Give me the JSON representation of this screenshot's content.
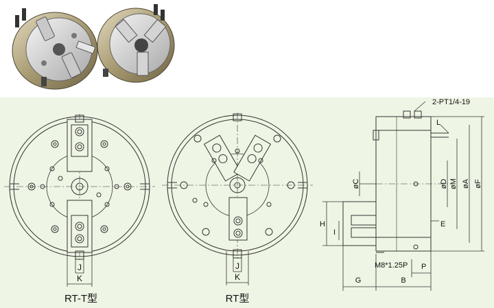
{
  "front_views": [
    {
      "caption": "RT-T型",
      "dims": {
        "j": "J",
        "k": "K"
      }
    },
    {
      "caption": "RT型",
      "dims": {
        "j": "J",
        "k": "K"
      }
    }
  ],
  "side_view": {
    "top_labels": {
      "port": "2-PT1/4-19",
      "l": "L"
    },
    "diameters": {
      "c": "øC",
      "d": "øD",
      "m": "øM",
      "a": "øA",
      "f": "øF"
    },
    "dims": {
      "h": "H",
      "i": "I",
      "e": "E",
      "g": "G",
      "b": "B",
      "p": "P",
      "thread": "M8*1.25P"
    }
  },
  "colors": {
    "panel": "#eef5e4",
    "line": "#333333",
    "chuck_metal": "#b8ad8a"
  }
}
